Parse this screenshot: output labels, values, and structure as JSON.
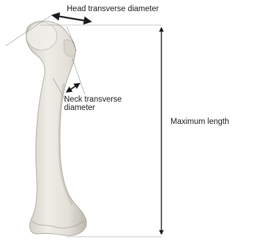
{
  "labels": {
    "head_transverse_diameter": "Head transverse diameter",
    "neck_transverse_line1": "Neck transverse",
    "neck_transverse_line2": "diameter",
    "maximum_length": "Maximum length"
  },
  "colors": {
    "bone_fill": "#e6e4dc",
    "bone_shadow": "#b8b4a8",
    "line": "#1a1a1a",
    "background": "#ffffff"
  }
}
